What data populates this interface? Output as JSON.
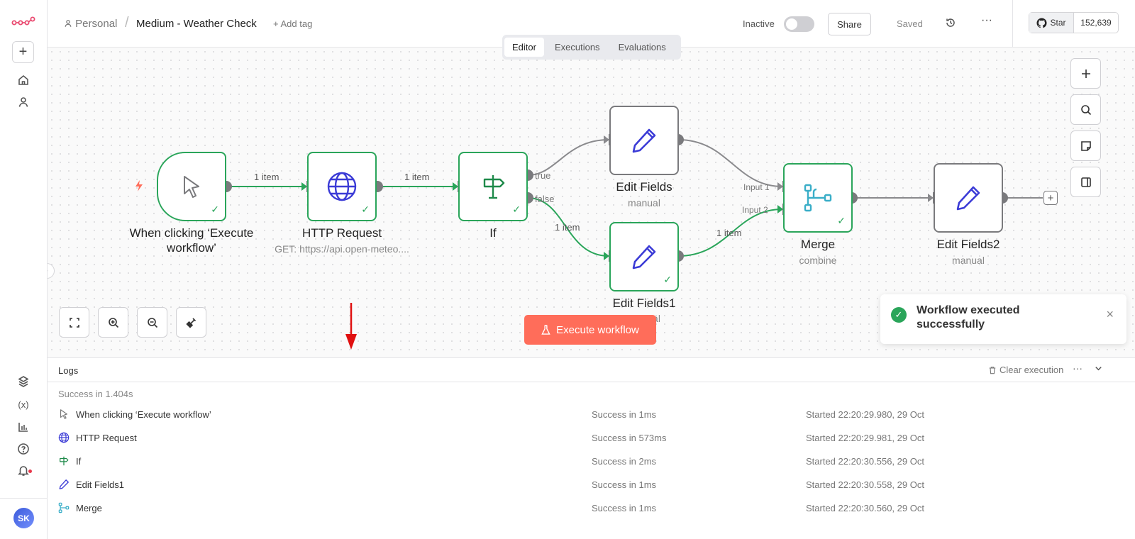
{
  "header": {
    "project": "Personal",
    "separator": "/",
    "workflow_name": "Medium - Weather Check",
    "add_tag": "+ Add tag",
    "status_label": "Inactive",
    "share_label": "Share",
    "saved_label": "Saved",
    "more_label": "···",
    "github_star_label": "Star",
    "github_star_count": "152,639"
  },
  "tabs": [
    {
      "label": "Editor",
      "active": true
    },
    {
      "label": "Executions",
      "active": false
    },
    {
      "label": "Evaluations",
      "active": false
    }
  ],
  "nodes": {
    "trigger": {
      "title": "When clicking ‘Execute workflow’",
      "status": "success"
    },
    "http": {
      "title": "HTTP Request",
      "subtitle": "GET: https://api.open-meteo....",
      "status": "success"
    },
    "if": {
      "title": "If",
      "status": "success"
    },
    "edit_fields": {
      "title": "Edit Fields",
      "subtitle": "manual",
      "status": "idle"
    },
    "edit_fields1": {
      "title": "Edit Fields1",
      "subtitle": "manual",
      "status": "success"
    },
    "merge": {
      "title": "Merge",
      "subtitle": "combine",
      "status": "success"
    },
    "edit_fields2": {
      "title": "Edit Fields2",
      "subtitle": "manual",
      "status": "idle"
    }
  },
  "edge_labels": {
    "trigger_to_http": "1 item",
    "http_to_if": "1 item",
    "if_true": "true",
    "if_false": "false",
    "false_to_edit1": "1 item",
    "edit1_to_merge": "1 item",
    "merge_input1": "Input 1",
    "merge_input2": "Input 2"
  },
  "execute_button": "Execute workflow",
  "toast": {
    "message": "Workflow executed successfully",
    "close": "×"
  },
  "logs": {
    "title": "Logs",
    "clear_label": "Clear execution",
    "summary": "Success in 1.404s",
    "rows": [
      {
        "name": "When clicking ‘Execute workflow’",
        "icon": "cursor-icon",
        "duration": "Success in 1ms",
        "started": "Started 22:20:29.980, 29 Oct"
      },
      {
        "name": "HTTP Request",
        "icon": "globe-icon",
        "duration": "Success in 573ms",
        "started": "Started 22:20:29.981, 29 Oct"
      },
      {
        "name": "If",
        "icon": "signpost-icon",
        "duration": "Success in 2ms",
        "started": "Started 22:20:30.556, 29 Oct"
      },
      {
        "name": "Edit Fields1",
        "icon": "pencil-icon",
        "duration": "Success in 1ms",
        "started": "Started 22:20:30.558, 29 Oct"
      },
      {
        "name": "Merge",
        "icon": "merge-icon",
        "duration": "Success in 1ms",
        "started": "Started 22:20:30.560, 29 Oct"
      }
    ]
  },
  "user": {
    "initials": "SK"
  },
  "colors": {
    "success": "#2aa55a",
    "accent": "#ff6d5a",
    "brand": "#ea4b71",
    "pencil": "#3b3bd6",
    "merge": "#3aaec8"
  }
}
